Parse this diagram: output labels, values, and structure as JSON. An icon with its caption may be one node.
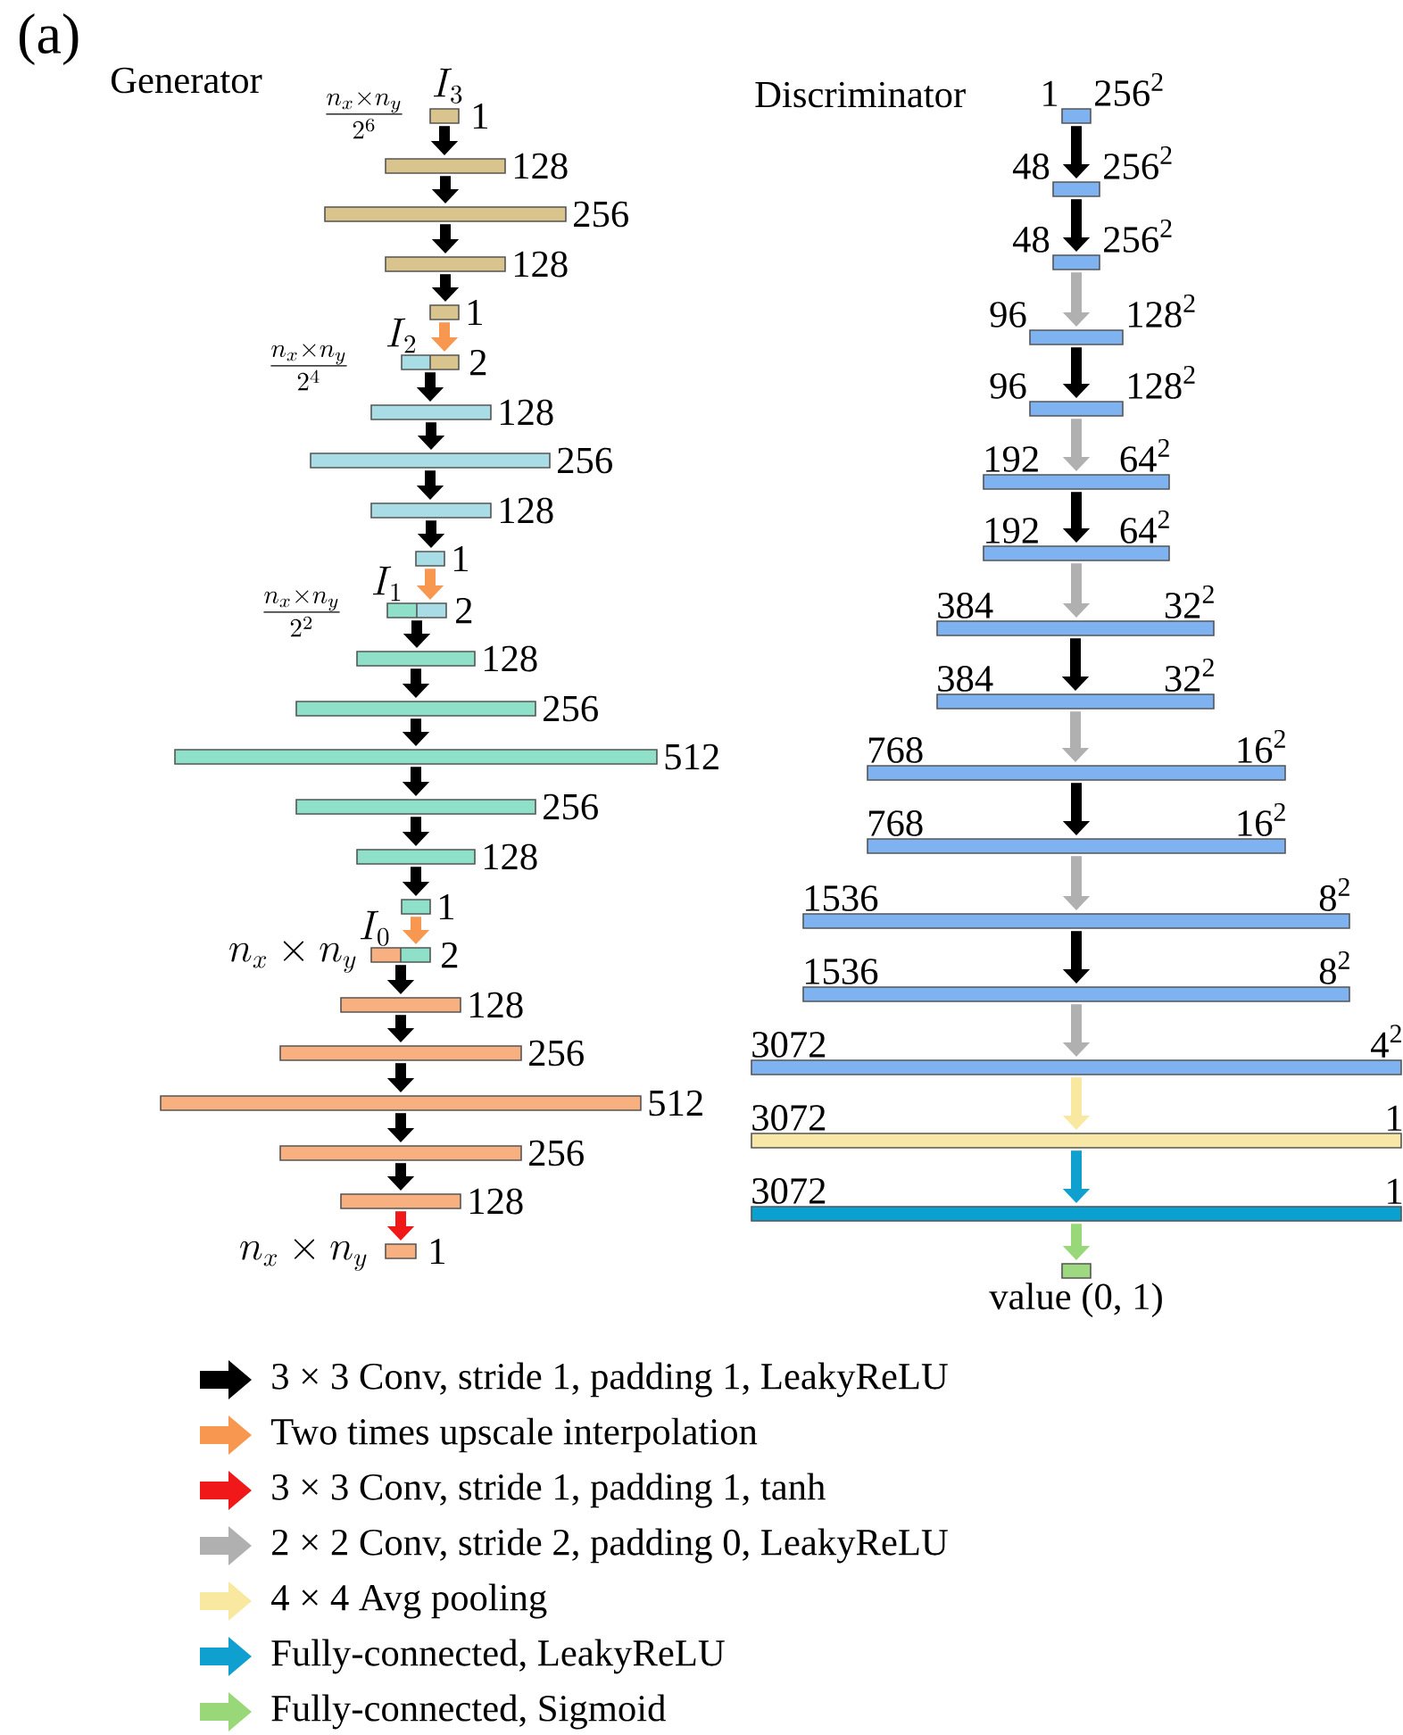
{
  "diagram": {
    "nodes": [
      {
        "text": [],
        "shape": "bar",
        "beside": [
          "1",
          "I_3",
          "\\frac{n_x\\times n_y}{2^6}"
        ]
      },
      {
        "text": [],
        "shape": "bar",
        "beside": [
          "128"
        ]
      },
      {
        "text": [],
        "shape": "bar",
        "beside": [
          "256"
        ]
      },
      {
        "text": [],
        "shape": "bar",
        "beside": [
          "128"
        ]
      },
      {
        "text": [],
        "shape": "bar",
        "beside": [
          "1"
        ]
      },
      {
        "text": [],
        "shape": "bar",
        "beside": [
          "2",
          "I_2",
          "\\frac{n_x\\times n_y}{2^4}"
        ]
      },
      {
        "text": [],
        "shape": "bar",
        "beside": [
          "128"
        ]
      },
      {
        "text": [],
        "shape": "bar",
        "beside": [
          "256"
        ]
      },
      {
        "text": [],
        "shape": "bar",
        "beside": [
          "128"
        ]
      },
      {
        "text": [],
        "shape": "bar",
        "beside": [
          "1"
        ]
      },
      {
        "text": [],
        "shape": "bar",
        "beside": [
          "2",
          "I_1",
          "\\frac{n_x\\times n_y}{2^2}"
        ]
      },
      {
        "text": [],
        "shape": "bar",
        "beside": [
          "128"
        ]
      },
      {
        "text": [],
        "shape": "bar",
        "beside": [
          "256"
        ]
      },
      {
        "text": [],
        "shape": "bar",
        "beside": [
          "512"
        ]
      },
      {
        "text": [],
        "shape": "bar",
        "beside": [
          "256"
        ]
      },
      {
        "text": [],
        "shape": "bar",
        "beside": [
          "128"
        ]
      },
      {
        "text": [],
        "shape": "bar",
        "beside": [
          "1"
        ]
      },
      {
        "text": [],
        "shape": "bar",
        "beside": [
          "2",
          "I_0",
          "n_x\\times n_y"
        ]
      },
      {
        "text": [],
        "shape": "bar",
        "beside": [
          "128"
        ]
      },
      {
        "text": [],
        "shape": "bar",
        "beside": [
          "256"
        ]
      },
      {
        "text": [],
        "shape": "bar",
        "beside": [
          "512"
        ]
      },
      {
        "text": [],
        "shape": "bar",
        "beside": [
          "256"
        ]
      },
      {
        "text": [],
        "shape": "bar",
        "beside": [
          "128"
        ]
      },
      {
        "text": [],
        "shape": "bar",
        "beside": [
          "1",
          "n_x\\times n_y"
        ]
      },
      {
        "text": [],
        "shape": "bar",
        "beside": [
          "1",
          "256$^{2}$"
        ]
      },
      {
        "text": [],
        "shape": "bar",
        "beside": [
          "48",
          "256$^{2}$"
        ]
      },
      {
        "text": [],
        "shape": "bar",
        "beside": [
          "48",
          "256$^{2}$"
        ]
      },
      {
        "text": [],
        "shape": "bar",
        "beside": [
          "96",
          "128$^{2}$"
        ]
      },
      {
        "text": [],
        "shape": "bar",
        "beside": [
          "96",
          "128$^{2}$"
        ]
      },
      {
        "text": [],
        "shape": "bar",
        "beside": [
          "192",
          "64$^{2}$"
        ]
      },
      {
        "text": [],
        "shape": "bar",
        "beside": [
          "192",
          "64$^{2}$"
        ]
      },
      {
        "text": [],
        "shape": "bar",
        "beside": [
          "384",
          "32$^{2}$"
        ]
      },
      {
        "text": [],
        "shape": "bar",
        "beside": [
          "384",
          "32$^{2}$"
        ]
      },
      {
        "text": [],
        "shape": "bar",
        "beside": [
          "768",
          "16$^{2}$"
        ]
      },
      {
        "text": [],
        "shape": "bar",
        "beside": [
          "768",
          "16$^{2}$"
        ]
      },
      {
        "text": [],
        "shape": "bar",
        "beside": [
          "1536",
          "8$^{2}$"
        ]
      },
      {
        "text": [],
        "shape": "bar",
        "beside": [
          "1536",
          "8$^{2}$"
        ]
      },
      {
        "text": [],
        "shape": "bar",
        "beside": [
          "3072",
          "4$^{2}$"
        ]
      },
      {
        "text": [],
        "shape": "bar",
        "beside": [
          "3072",
          "1"
        ]
      },
      {
        "text": [],
        "shape": "bar",
        "beside": [
          "3072",
          "1"
        ]
      },
      {
        "text": [],
        "shape": "bar",
        "beside": [
          "value (0, 1)"
        ]
      }
    ],
    "edges": [
      {
        "from": 0,
        "to": 1,
        "arrow": "to"
      },
      {
        "from": 1,
        "to": 2,
        "arrow": "to"
      },
      {
        "from": 2,
        "to": 3,
        "arrow": "to"
      },
      {
        "from": 3,
        "to": 4,
        "arrow": "to"
      },
      {
        "from": 4,
        "to": 5,
        "arrow": "to",
        "color": "#f89850"
      },
      {
        "from": 5,
        "to": 6,
        "arrow": "to"
      },
      {
        "from": 6,
        "to": 7,
        "arrow": "to"
      },
      {
        "from": 7,
        "to": 8,
        "arrow": "to"
      },
      {
        "from": 8,
        "to": 9,
        "arrow": "to"
      },
      {
        "from": 9,
        "to": 10,
        "arrow": "to",
        "color": "#f89850"
      },
      {
        "from": 10,
        "to": 11,
        "arrow": "to"
      },
      {
        "from": 11,
        "to": 12,
        "arrow": "to"
      },
      {
        "from": 12,
        "to": 13,
        "arrow": "to"
      },
      {
        "from": 13,
        "to": 14,
        "arrow": "to"
      },
      {
        "from": 14,
        "to": 15,
        "arrow": "to"
      },
      {
        "from": 15,
        "to": 16,
        "arrow": "to"
      },
      {
        "from": 16,
        "to": 17,
        "arrow": "to",
        "color": "#f89850"
      },
      {
        "from": 17,
        "to": 18,
        "arrow": "to"
      },
      {
        "from": 18,
        "to": 19,
        "arrow": "to"
      },
      {
        "from": 19,
        "to": 20,
        "arrow": "to"
      },
      {
        "from": 20,
        "to": 21,
        "arrow": "to"
      },
      {
        "from": 21,
        "to": 22,
        "arrow": "to"
      },
      {
        "from": 22,
        "to": 23,
        "arrow": "to",
        "color": "#f01818"
      },
      {
        "from": 24,
        "to": 25,
        "arrow": "to"
      },
      {
        "from": 25,
        "to": 26,
        "arrow": "to"
      },
      {
        "from": 26,
        "to": 27,
        "arrow": "to",
        "color": "#b0b0b0"
      },
      {
        "from": 27,
        "to": 28,
        "arrow": "to"
      },
      {
        "from": 28,
        "to": 29,
        "arrow": "to",
        "color": "#b0b0b0"
      },
      {
        "from": 29,
        "to": 30,
        "arrow": "to"
      },
      {
        "from": 30,
        "to": 31,
        "arrow": "to",
        "color": "#b0b0b0"
      },
      {
        "from": 31,
        "to": 32,
        "arrow": "to"
      },
      {
        "from": 32,
        "to": 33,
        "arrow": "to",
        "color": "#b0b0b0"
      },
      {
        "from": 33,
        "to": 34,
        "arrow": "to"
      },
      {
        "from": 34,
        "to": 35,
        "arrow": "to",
        "color": "#b0b0b0"
      },
      {
        "from": 35,
        "to": 36,
        "arrow": "to"
      },
      {
        "from": 36,
        "to": 37,
        "arrow": "to",
        "color": "#b0b0b0"
      },
      {
        "from": 37,
        "to": 38,
        "arrow": "to",
        "color": "#f8e8a0"
      },
      {
        "from": 38,
        "to": 39,
        "arrow": "to",
        "color": "#10a0d0"
      },
      {
        "from": 39,
        "to": 40,
        "arrow": "to",
        "color": "#98d878"
      }
    ],
    "labels": [
      "(a)",
      "Generator",
      "Discriminator"
    ],
    "legend": [
      {
        "text": "3 × 3 Conv, stride 1, padding 1, LeakyReLU",
        "color": "#000000"
      },
      {
        "text": "Two times upscale interpolation",
        "color": "#f89850"
      },
      {
        "text": "3 × 3 Conv, stride 1, padding 1, tanh",
        "color": "#f01818"
      },
      {
        "text": "2 × 2 Conv, stride 2, padding 0, LeakyReLU",
        "color": "#b0b0b0"
      },
      {
        "text": "4 × 4 Avg pooling",
        "color": "#f8e8a0"
      },
      {
        "text": "Fully-connected, LeakyReLU",
        "color": "#10a0d0"
      },
      {
        "text": "Fully-connected, Sigmoid",
        "color": "#98d878"
      }
    ]
  }
}
